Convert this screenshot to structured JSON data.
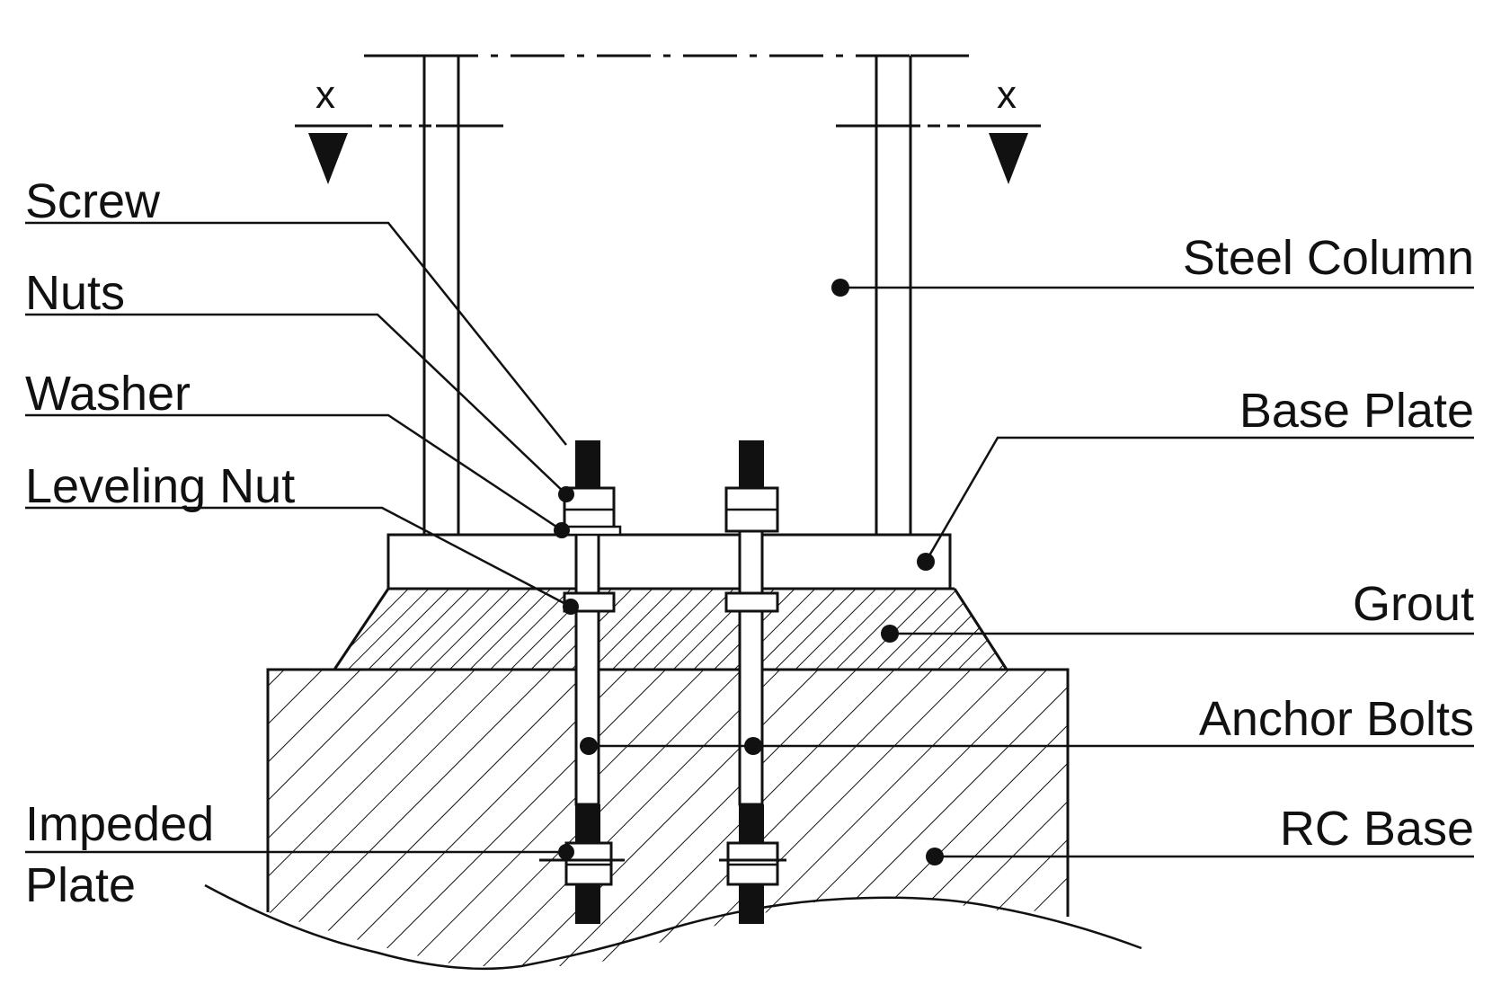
{
  "section_marks": {
    "left": "x",
    "right": "x"
  },
  "labels": {
    "screw": "Screw",
    "nuts": "Nuts",
    "washer": "Washer",
    "leveling_nut": "Leveling Nut",
    "impeded_line1": "Impeded",
    "impeded_line2": "Plate",
    "steel_column": "Steel Column",
    "base_plate": "Base Plate",
    "grout": "Grout",
    "anchor_bolts": "Anchor Bolts",
    "rc_base": "RC Base"
  },
  "colors": {
    "ink": "#111111",
    "background": "#ffffff"
  }
}
